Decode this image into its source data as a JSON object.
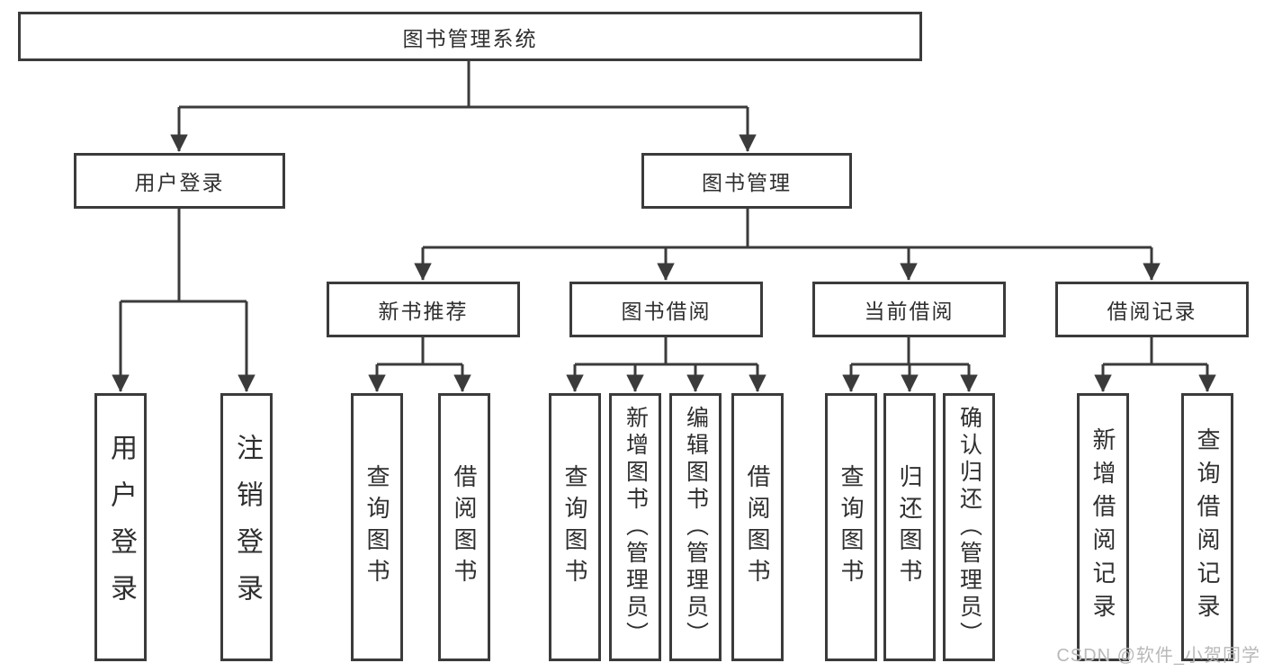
{
  "diagram_title": "图书管理系统",
  "colors": {
    "line": "#3b3b3b",
    "box_border": "#3b3b3b",
    "text": "#2f2f2f",
    "watermark": "#b9b9b9",
    "bg": "#ffffff"
  },
  "root": {
    "label": "图书管理系统"
  },
  "branches": [
    {
      "label": "用户登录",
      "children": [
        {
          "label": "用户登录"
        },
        {
          "label": "注销登录"
        }
      ]
    },
    {
      "label": "图书管理",
      "groups": [
        {
          "label": "新书推荐",
          "children": [
            {
              "label": "查询图书"
            },
            {
              "label": "借阅图书"
            }
          ]
        },
        {
          "label": "图书借阅",
          "children": [
            {
              "label": "查询图书"
            },
            {
              "label": "新增图书（管理员）"
            },
            {
              "label": "编辑图书（管理员）"
            },
            {
              "label": "借阅图书"
            }
          ]
        },
        {
          "label": "当前借阅",
          "children": [
            {
              "label": "查询图书"
            },
            {
              "label": "归还图书"
            },
            {
              "label": "确认归还（管理员）"
            }
          ]
        },
        {
          "label": "借阅记录",
          "children": [
            {
              "label": "新增借阅记录"
            },
            {
              "label": "查询借阅记录"
            }
          ]
        }
      ]
    }
  ],
  "watermark": {
    "text": "CSDN @软件_小贺同学"
  }
}
